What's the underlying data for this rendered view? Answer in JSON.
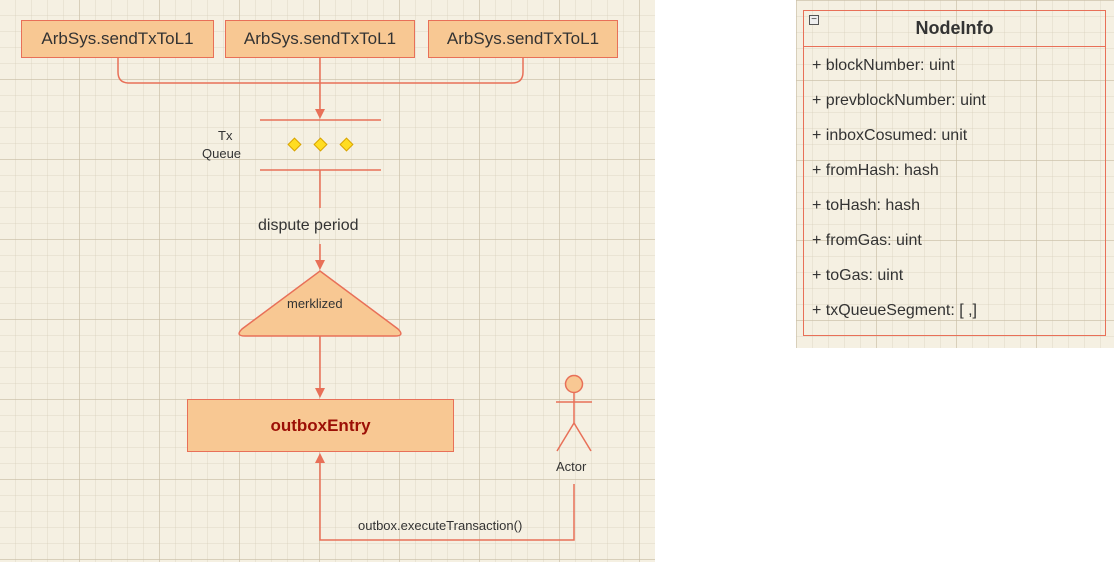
{
  "flow": {
    "senders": [
      "ArbSys.sendTxToL1",
      "ArbSys.sendTxToL1",
      "ArbSys.sendTxToL1"
    ],
    "queue_label": "Tx\nQueue",
    "queue_label_line1": "Tx",
    "queue_label_line2": "Queue",
    "dispute_label": "dispute period",
    "merklized_label": "merklized",
    "outbox_entry": "outboxEntry",
    "actor_label": "Actor",
    "execute_label": "outbox.executeTransaction()"
  },
  "class_box": {
    "collapse_symbol": "−",
    "title": "NodeInfo",
    "fields": [
      "+ blockNumber: uint",
      "+ prevblockNumber: uint",
      "+ inboxCosumed: unit",
      "+ fromHash: hash",
      "+ toHash: hash",
      "+ fromGas: uint",
      "+ toGas: uint",
      "+ txQueueSegment: [ ,]"
    ]
  },
  "colors": {
    "fill": "#f8c893",
    "stroke": "#e87058",
    "diamond": "#ffdd22",
    "outbox_text": "#9c0f06"
  }
}
